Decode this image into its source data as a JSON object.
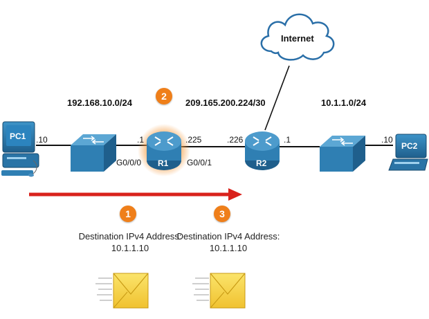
{
  "devices": {
    "pc1": "PC1",
    "pc2": "PC2",
    "r1": "R1",
    "r2": "R2",
    "cloud": "Internet"
  },
  "networks": {
    "left": "192.168.10.0/24",
    "middle": "209.165.200.224/30",
    "right": "10.1.1.0/24"
  },
  "addresses": {
    "pc1": ".10",
    "r1_left": ".1",
    "r1_right": ".225",
    "r2_left": ".226",
    "r2_right": ".1",
    "pc2": ".10"
  },
  "interfaces": {
    "r1_left": "G0/0/0",
    "r1_right": "G0/0/1"
  },
  "steps": {
    "one": "1",
    "two": "2",
    "three": "3"
  },
  "packets": {
    "first": {
      "title": "Destination IPv4 Address:",
      "address": "10.1.1.10"
    },
    "second": {
      "title": "Destination IPv4 Address:",
      "address": "10.1.1.10"
    }
  },
  "colors": {
    "arrow": "#d9221c",
    "badge": "#ef7f1a",
    "device": "#2f7fb3",
    "glow": "#f5a04a",
    "envelope": "#f5d34a"
  }
}
